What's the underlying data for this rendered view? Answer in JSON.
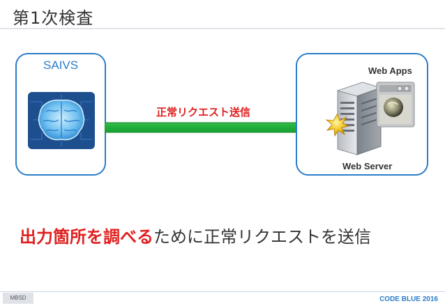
{
  "slide": {
    "title": "第1次検査"
  },
  "diagram": {
    "left_box_label": "SAIVS",
    "right_box_top_label": "Web Apps",
    "right_box_bottom_label": "Web Server",
    "arrow_label": "正常リクエスト送信",
    "colors": {
      "accent_blue": "#2a7dc9",
      "arrow_green": "#1fae3a",
      "highlight_red": "#e02020"
    }
  },
  "statement": {
    "emphasis": "出力箇所を調べる",
    "rest": "ために正常リクエストを送信"
  },
  "footer": {
    "left_tag": "MBSD",
    "right_tag": "CODE BLUE 2016"
  }
}
